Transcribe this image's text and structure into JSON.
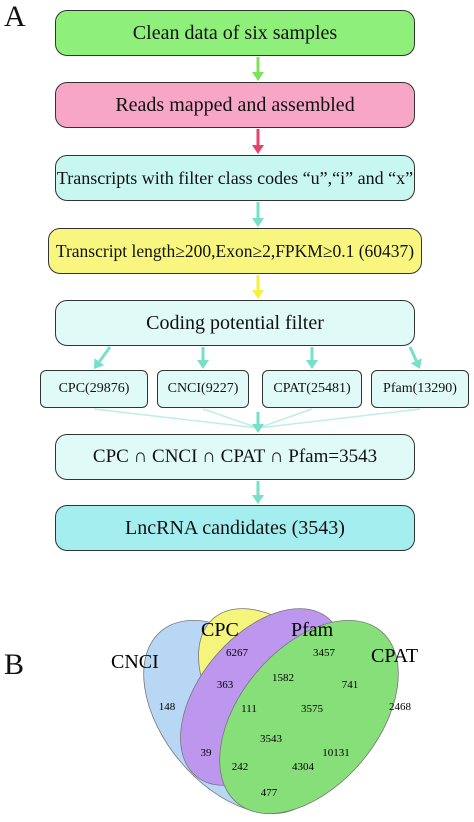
{
  "panels": {
    "a": "A",
    "b": "B"
  },
  "colors": {
    "green": "#8ef07a",
    "pink": "#f7a6c6",
    "cyan": "#c8f6f1",
    "yellow": "#f8f67e",
    "arrow_green": "#7fe15a",
    "arrow_pink": "#e8436e",
    "arrow_teal": "#76e0c8",
    "arrow_yellow": "#f2f238"
  },
  "flow": {
    "step1": "Clean data of six samples",
    "step2": "Reads mapped and assembled",
    "step3": "Transcripts with filter class codes “u”,“i” and “x”",
    "step4": "Transcript length≥200,Exon≥2,FPKM≥0.1 (60437)",
    "step5": "Coding potential filter",
    "tools": [
      "CPC(29876)",
      "CNCI(9227)",
      "CPAT(25481)",
      "Pfam(13290)"
    ],
    "step6": "CPC ∩ CNCI ∩ CPAT ∩ Pfam=3543",
    "step7": "LncRNA candidates (3543)"
  },
  "venn": {
    "sets": [
      "CNCI",
      "CPC",
      "Pfam",
      "CPAT"
    ],
    "regions": {
      "cpc_only": "6267",
      "pfam_only": "3457",
      "cnci_only": "148",
      "cpat_only": "2468",
      "cnci_cpc": "363",
      "cpc_pfam": "1582",
      "pfam_cpat": "741",
      "cnci_cpc_pfam": "111",
      "cpc_pfam_cpat": "3575",
      "all_four": "3543",
      "cnci_pfam": "39",
      "cpc_cpat": "10131",
      "cnci_pfam_cpat": "242",
      "cnci_cpc_cpat": "4304",
      "cnci_cpat": "477"
    }
  }
}
